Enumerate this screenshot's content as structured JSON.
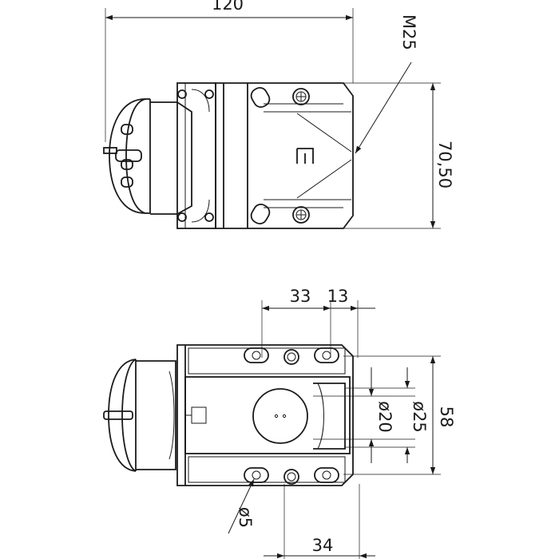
{
  "dimensions": {
    "overall_length": "120",
    "thread": "M25",
    "height_side": "70,50",
    "hole_spacing": "33",
    "edge_offset": "13",
    "inner_diameter": "ø20",
    "outer_diameter": "ø25",
    "width_top": "58",
    "hole_diameter": "ø5",
    "mount_spacing": "34"
  }
}
